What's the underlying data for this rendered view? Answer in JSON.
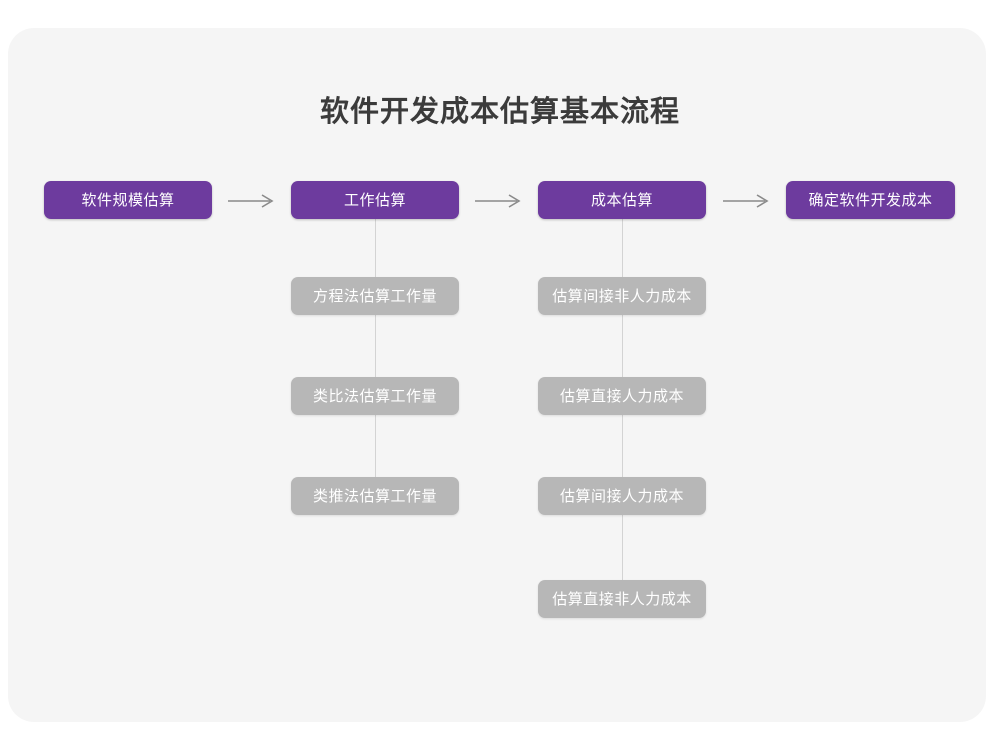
{
  "diagram": {
    "title": "软件开发成本估算基本流程",
    "colors": {
      "accent": "#6d3b9e",
      "sub_node": "#b7b7b7",
      "card_bg": "#f5f5f5",
      "page_bg": "#ffffff",
      "connector": "#d3d3d3",
      "arrow": "#8a8a8a",
      "title_text": "#3b3b3b"
    },
    "main_steps": [
      {
        "label": "软件规模估算"
      },
      {
        "label": "工作估算"
      },
      {
        "label": "成本估算"
      },
      {
        "label": "确定软件开发成本"
      }
    ],
    "arrows": [
      {
        "label": "arrow-step1-to-step2"
      },
      {
        "label": "arrow-step2-to-step3"
      },
      {
        "label": "arrow-step3-to-step4"
      }
    ],
    "branch_work": [
      {
        "label": "方程法估算工作量"
      },
      {
        "label": "类比法估算工作量"
      },
      {
        "label": "类推法估算工作量"
      }
    ],
    "branch_cost": [
      {
        "label": "估算间接非人力成本"
      },
      {
        "label": "估算直接人力成本"
      },
      {
        "label": "估算间接人力成本"
      },
      {
        "label": "估算直接非人力成本"
      }
    ]
  }
}
